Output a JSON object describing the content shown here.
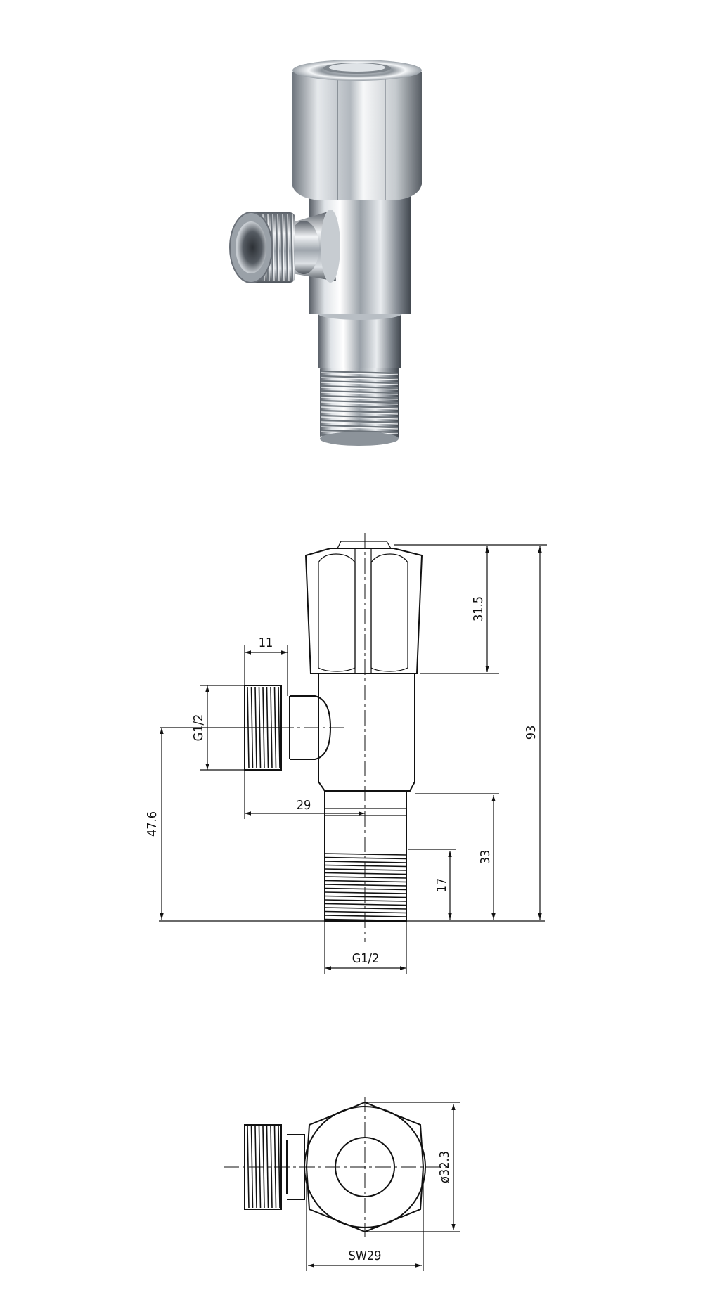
{
  "colors": {
    "line": "#111111",
    "chrome_light": "#f4f6f8",
    "chrome_mid": "#aab1b8",
    "chrome_dark": "#4a5058",
    "background": "#ffffff"
  },
  "front_view": {
    "dims": {
      "outlet_width": "11",
      "outlet_thread": "G1/2",
      "outlet_offset": "29",
      "outlet_height": "47.6",
      "cap_height": "31.5",
      "total_height": "93",
      "inlet_height": "33",
      "inlet_thread_length": "17",
      "inlet_thread": "G1/2"
    }
  },
  "top_view": {
    "dims": {
      "cap_diameter": "ø32.3",
      "wrench_size": "SW29"
    }
  }
}
